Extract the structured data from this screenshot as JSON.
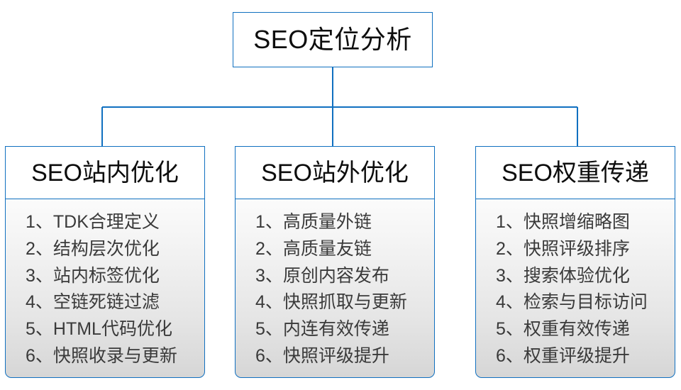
{
  "diagram": {
    "type": "org-tree",
    "accent_color": "#1070c0",
    "body_text_color": "#3a3a3a",
    "title_text_color": "#0d0d0d",
    "root": {
      "label": "SEO定位分析"
    },
    "branches": [
      {
        "header": "SEO站内优化",
        "items": [
          {
            "index": "1、",
            "text": "TDK合理定义"
          },
          {
            "index": "2、",
            "text": "结构层次优化"
          },
          {
            "index": "3、",
            "text": "站内标签优化"
          },
          {
            "index": "4、",
            "text": "空链死链过滤"
          },
          {
            "index": "5、",
            "text": "HTML代码优化"
          },
          {
            "index": "6、",
            "text": "快照收录与更新"
          }
        ]
      },
      {
        "header": "SEO站外优化",
        "items": [
          {
            "index": "1、",
            "text": "高质量外链"
          },
          {
            "index": "2、",
            "text": "高质量友链"
          },
          {
            "index": "3、",
            "text": "原创内容发布"
          },
          {
            "index": "4、",
            "text": "快照抓取与更新"
          },
          {
            "index": "5、",
            "text": "内连有效传递"
          },
          {
            "index": "6、",
            "text": "快照评级提升"
          }
        ]
      },
      {
        "header": "SEO权重传递",
        "items": [
          {
            "index": "1、",
            "text": "快照增缩略图"
          },
          {
            "index": "2、",
            "text": "快照评级排序"
          },
          {
            "index": "3、",
            "text": "搜索体验优化"
          },
          {
            "index": "4、",
            "text": "检索与目标访问"
          },
          {
            "index": "5、",
            "text": "权重有效传递"
          },
          {
            "index": "6、",
            "text": "权重评级提升"
          }
        ]
      }
    ]
  }
}
